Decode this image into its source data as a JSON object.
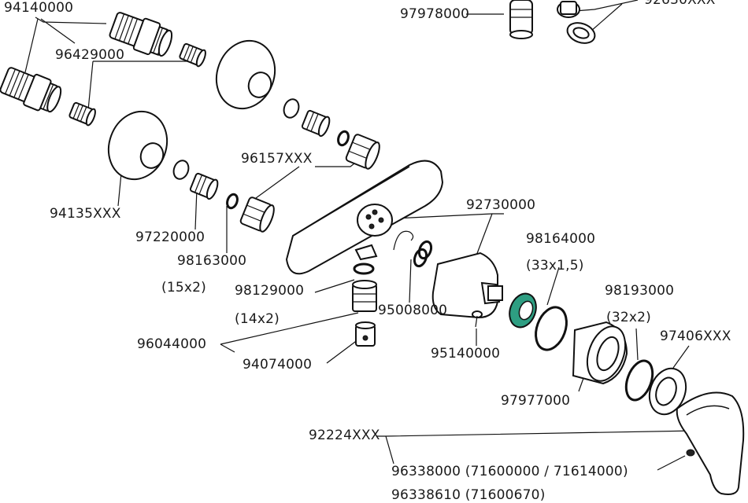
{
  "labels": {
    "p94140000": "94140000",
    "p96429000": "96429000",
    "p97978000": "97978000",
    "p92630xxx": "92630XXX",
    "p96157xxx": "96157XXX",
    "p94135xxx": "94135XXX",
    "p97220000": "97220000",
    "p98163000": "98163000",
    "p98163000_size": "(15x2)",
    "p92730000": "92730000",
    "p98164000": "98164000",
    "p98164000_size": "(33x1,5)",
    "p98129000": "98129000",
    "p98129000_size": "(14x2)",
    "p95008000": "95008000",
    "p98193000": "98193000",
    "p98193000_size": "(32x2)",
    "p96044000": "96044000",
    "p95140000": "95140000",
    "p97406xxx": "97406XXX",
    "p94074000": "94074000",
    "p97977000": "97977000",
    "p92224xxx": "92224XXX",
    "p96338000": "96338000 (71600000 / 71614000)",
    "p96338610": "96338610 (71600670)"
  },
  "colors": {
    "accent_cartridge_ring": "#2e9e82",
    "line": "#111111"
  }
}
